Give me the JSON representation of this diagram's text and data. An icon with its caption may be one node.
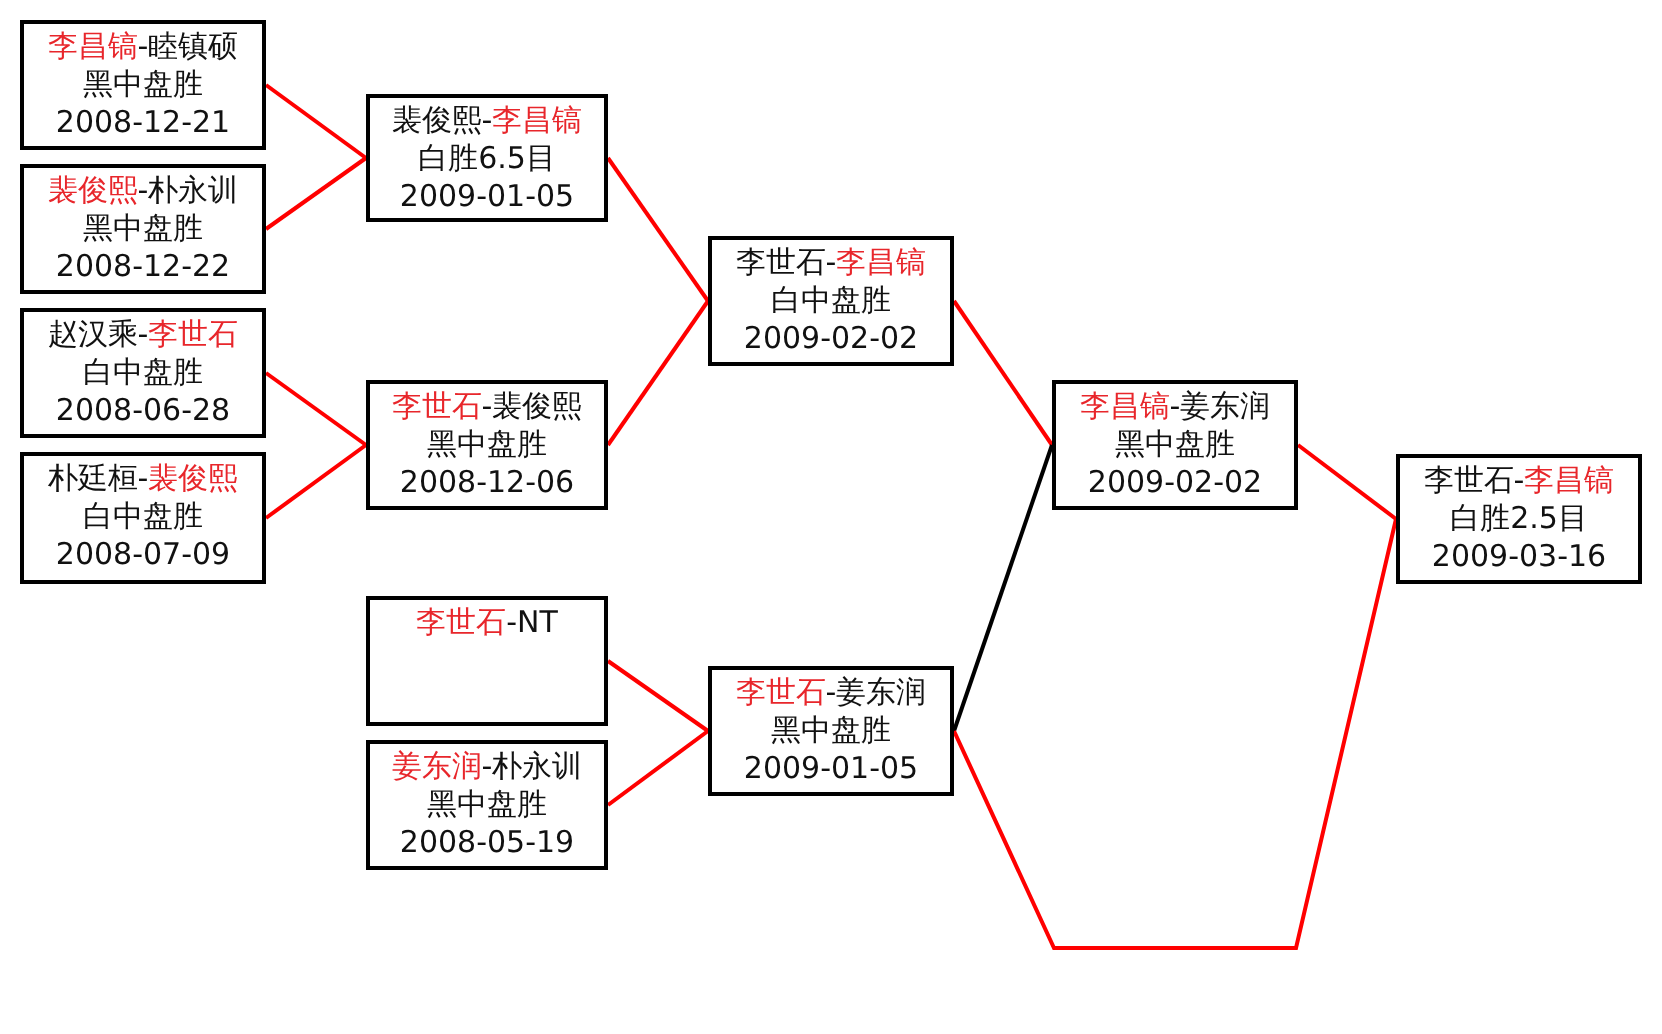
{
  "diagram": {
    "nodes": [
      {
        "text": [
          "*李昌镐*-睦镇硕",
          "黑中盘胜",
          "2008-12-21"
        ]
      },
      {
        "text": [
          "*裴俊熙*-朴永训",
          "黑中盘胜",
          "2008-12-22"
        ]
      },
      {
        "text": [
          "赵汉乘-*李世石*",
          "白中盘胜",
          "2008-06-28"
        ]
      },
      {
        "text": [
          "朴廷桓-*裴俊熙*",
          "白中盘胜",
          "2008-07-09"
        ]
      },
      {
        "text": [
          "裴俊熙-*李昌镐*",
          "白胜6.5目",
          "2009-01-05"
        ]
      },
      {
        "text": [
          "*李世石*-裴俊熙",
          "黑中盘胜",
          "2008-12-06"
        ]
      },
      {
        "text": [
          "*李世石*-NT"
        ]
      },
      {
        "text": [
          "*姜东润*-朴永训",
          "黑中盘胜",
          "2008-05-19"
        ]
      },
      {
        "text": [
          "李世石-*李昌镐*",
          "白中盘胜",
          "2009-02-02"
        ]
      },
      {
        "text": [
          "*李世石*-姜东润",
          "黑中盘胜",
          "2009-01-05"
        ]
      },
      {
        "text": [
          "*李昌镐*-姜东润",
          "黑中盘胜",
          "2009-02-02"
        ]
      },
      {
        "text": [
          "李世石-*李昌镐*",
          "白胜2.5目",
          "2009-03-16"
        ]
      }
    ],
    "edges": [
      {
        "from": 0,
        "to": 4,
        "arrow": "none"
      },
      {
        "from": 1,
        "to": 4,
        "arrow": "none"
      },
      {
        "from": 2,
        "to": 5,
        "arrow": "none"
      },
      {
        "from": 3,
        "to": 5,
        "arrow": "none"
      },
      {
        "from": 6,
        "to": 9,
        "arrow": "none"
      },
      {
        "from": 7,
        "to": 9,
        "arrow": "none"
      },
      {
        "from": 4,
        "to": 8,
        "arrow": "none"
      },
      {
        "from": 5,
        "to": 8,
        "arrow": "none"
      },
      {
        "from": 8,
        "to": 10,
        "arrow": "none"
      },
      {
        "from": 9,
        "to": 10,
        "arrow": "none",
        "color": "#000000"
      },
      {
        "from": 10,
        "to": 11,
        "arrow": "none"
      },
      {
        "from": 9,
        "to": 11,
        "arrow": "none"
      }
    ]
  }
}
